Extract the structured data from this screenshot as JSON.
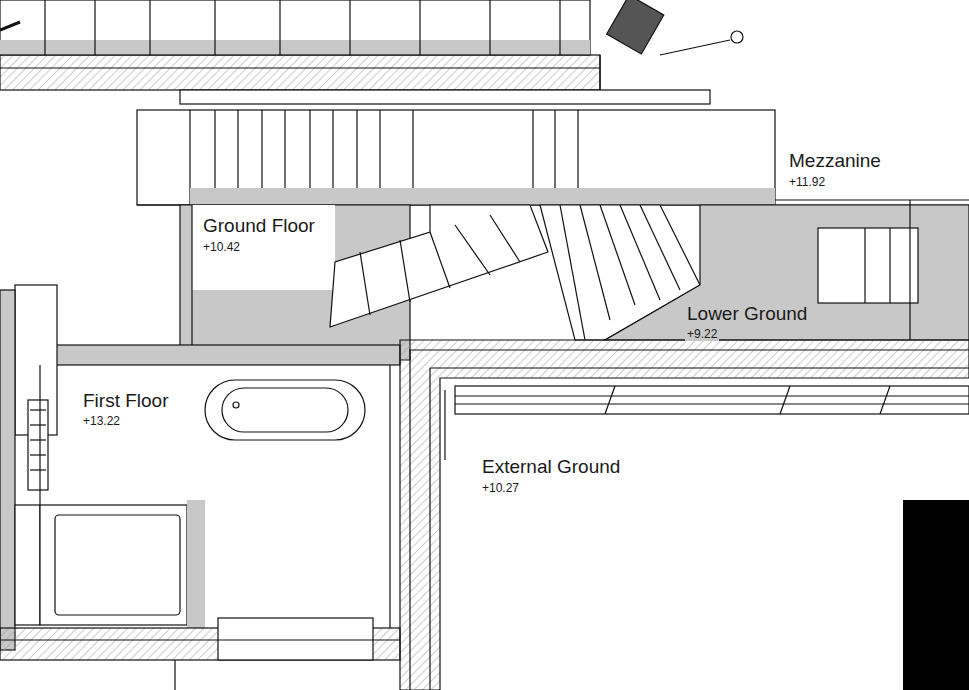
{
  "diagram": {
    "labels": [
      "Mezzanine",
      "+11.92",
      "Ground Floor",
      "+10.42",
      "Lower Ground",
      "+9.22",
      "First Floor",
      "+13.22",
      "External Ground",
      "+10.27"
    ]
  }
}
